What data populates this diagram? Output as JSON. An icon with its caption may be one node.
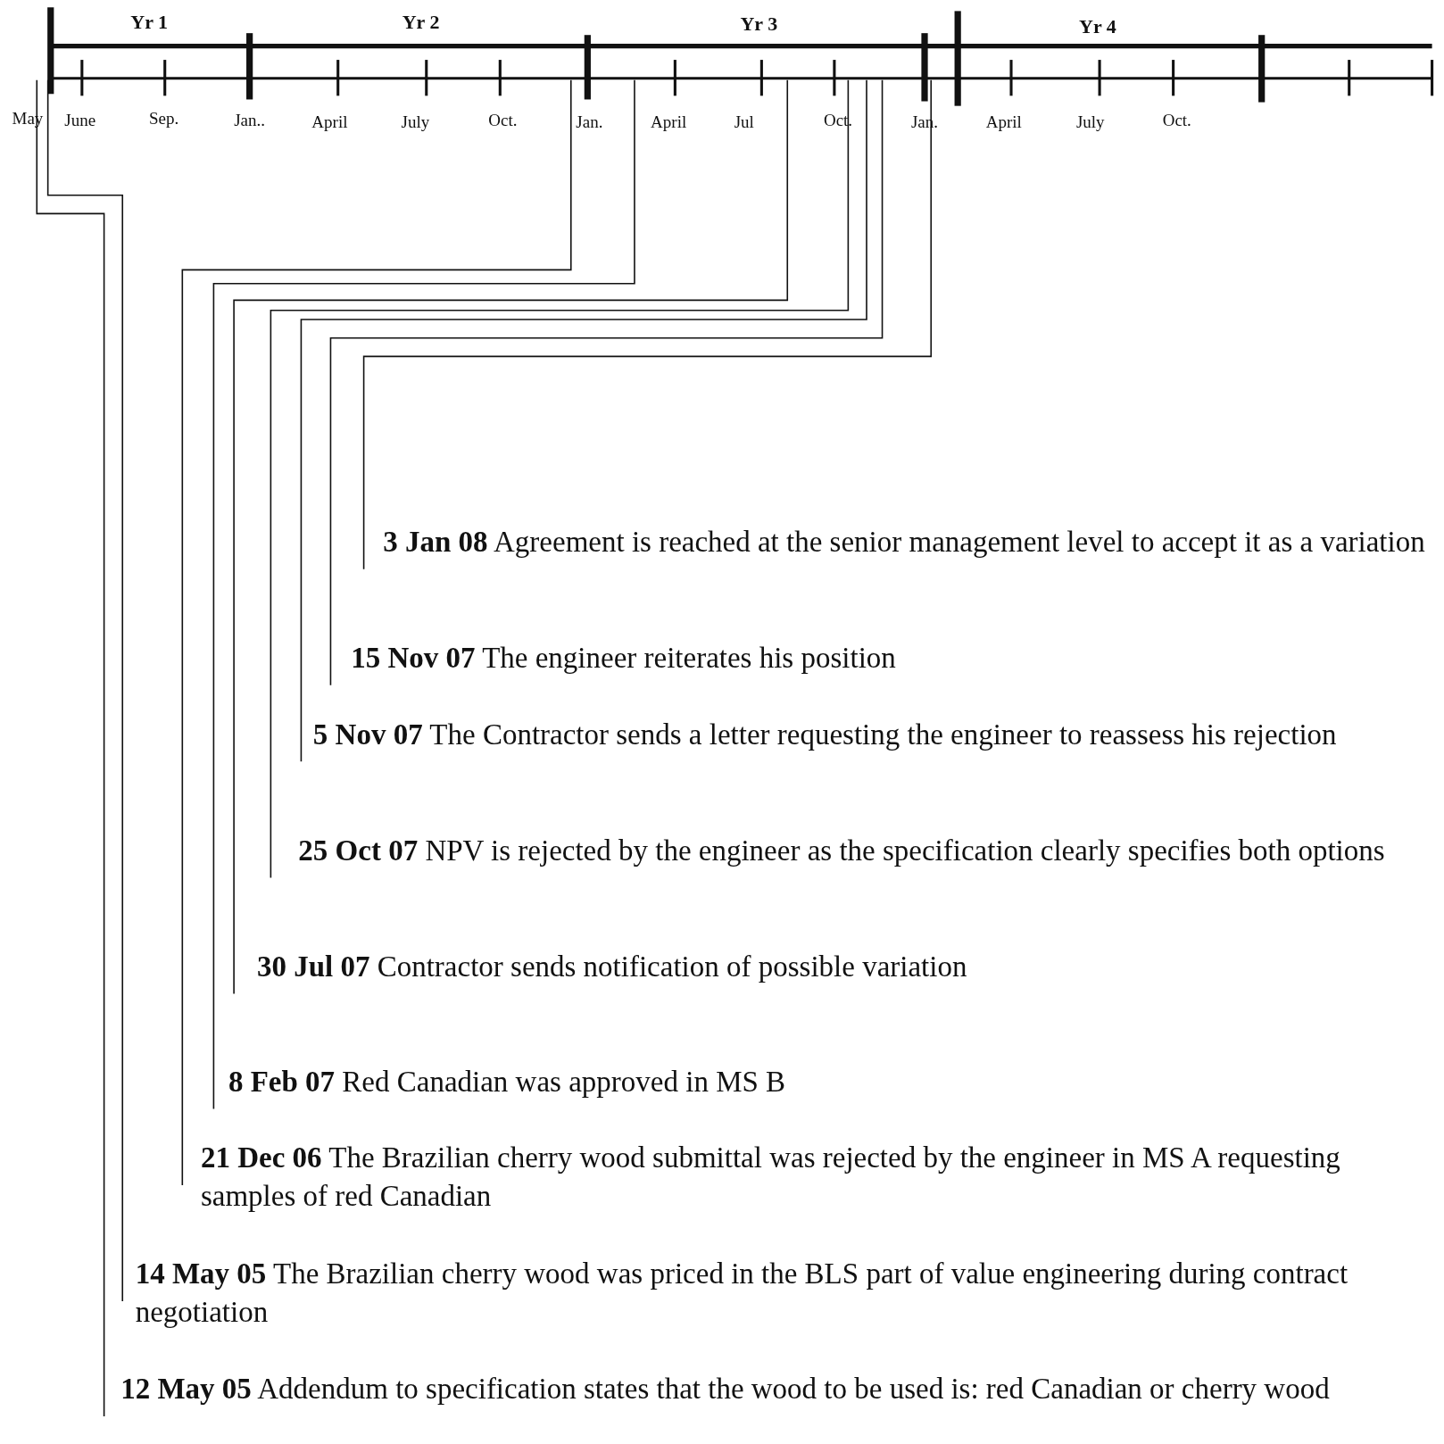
{
  "diagram": {
    "nodes": [
      {
        "text": [
          "**3 Jan 08** Agreement is reached at the senior management level to accept it as a variation"
        ]
      },
      {
        "text": [
          "**15 Nov 07** The engineer reiterates his position"
        ]
      },
      {
        "text": [
          "**5 Nov 07** The Contractor sends a letter requesting the engineer to reassess his rejection"
        ]
      },
      {
        "text": [
          "**25 Oct 07** NPV is rejected by the engineer as the specification clearly specifies both options"
        ]
      },
      {
        "text": [
          "**30 Jul 07** Contractor sends notification of possible variation"
        ]
      },
      {
        "text": [
          "**8 Feb 07** Red Canadian was approved in MS B"
        ]
      },
      {
        "text": [
          "**21 Dec 06** The Brazilian cherry wood submittal was rejected by the engineer in MS A requesting samples of red Canadian"
        ]
      },
      {
        "text": [
          "**14 May 05** The Brazilian cherry wood was priced in the BLS part of value engineering during contract negotiation"
        ]
      },
      {
        "text": [
          "**12 May 05** Addendum to specification states that the wood to be used is: red Canadian or cherry wood"
        ]
      }
    ],
    "edges": [
      {
        "from": 0,
        "to": null,
        "arrow": "none"
      },
      {
        "from": 1,
        "to": null,
        "arrow": "none"
      },
      {
        "from": 2,
        "to": null,
        "arrow": "none"
      },
      {
        "from": 3,
        "to": null,
        "arrow": "none"
      },
      {
        "from": 4,
        "to": null,
        "arrow": "none"
      },
      {
        "from": 5,
        "to": null,
        "arrow": "none"
      },
      {
        "from": 6,
        "to": null,
        "arrow": "none"
      },
      {
        "from": 7,
        "to": null,
        "arrow": "none"
      },
      {
        "from": 8,
        "to": null,
        "arrow": "none"
      }
    ],
    "labels": [
      "Yr 1",
      "Yr 2",
      "Yr 3",
      "Yr 4",
      "May",
      "June",
      "Sep.",
      "Jan..",
      "April",
      "July",
      "Oct.",
      "Jan.",
      "April",
      "Jul",
      "Oct.",
      "Jan.",
      "April",
      "July",
      "Oct."
    ]
  }
}
